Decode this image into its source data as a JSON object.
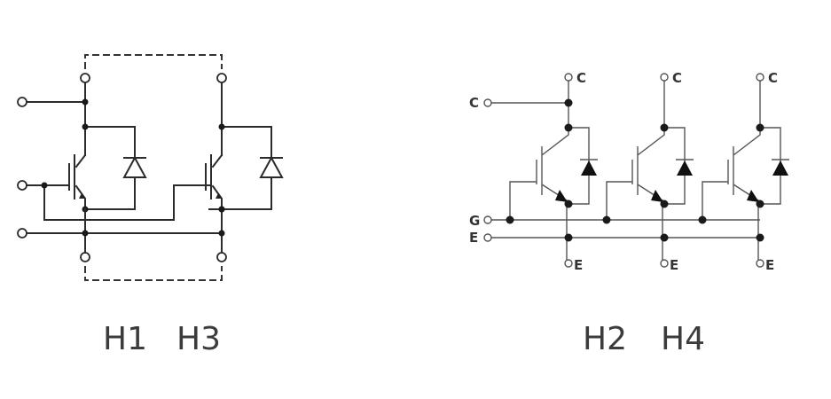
{
  "left_diagram": {
    "caption_1": "H1",
    "caption_2": "H3"
  },
  "right_diagram": {
    "caption_1": "H2",
    "caption_2": "H4",
    "pins": {
      "collector": "C",
      "gate": "G",
      "emitter": "E"
    }
  }
}
